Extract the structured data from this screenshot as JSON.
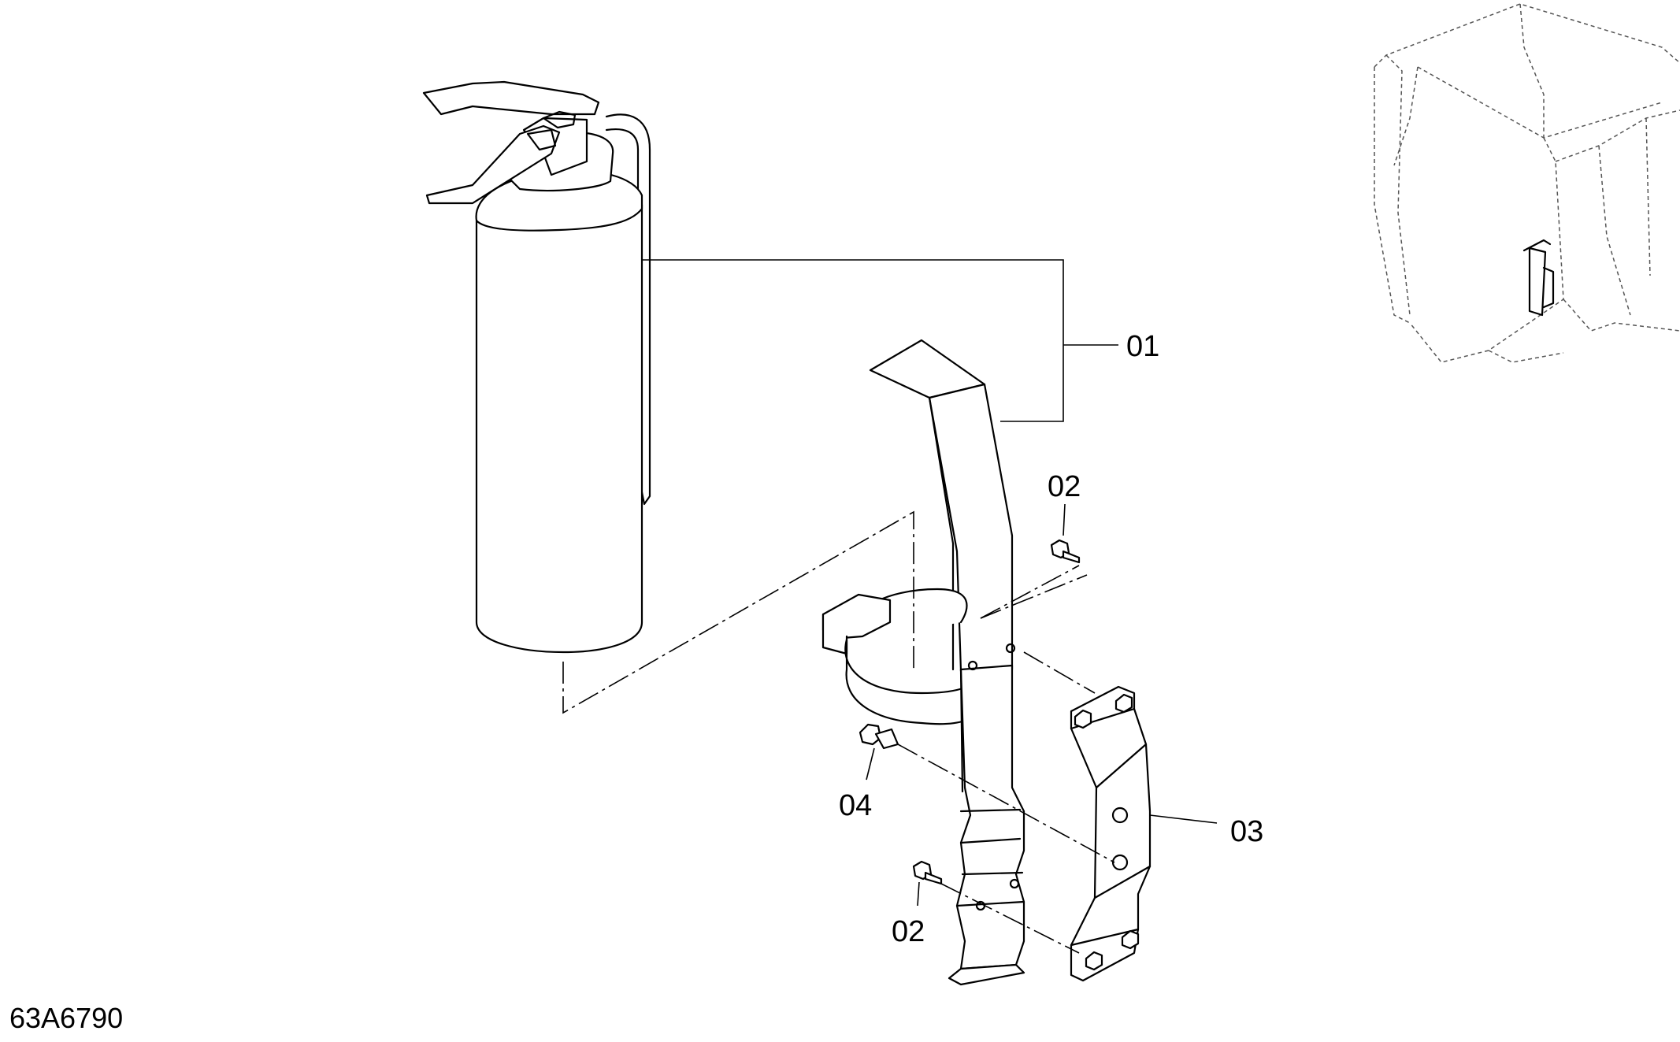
{
  "callouts": {
    "c01": "01",
    "c02_top": "02",
    "c02_bottom": "02",
    "c03": "03",
    "c04": "04"
  },
  "drawing_number": "63A6790",
  "colors": {
    "line": "#000000",
    "ghost": "#555555",
    "background": "#ffffff"
  }
}
